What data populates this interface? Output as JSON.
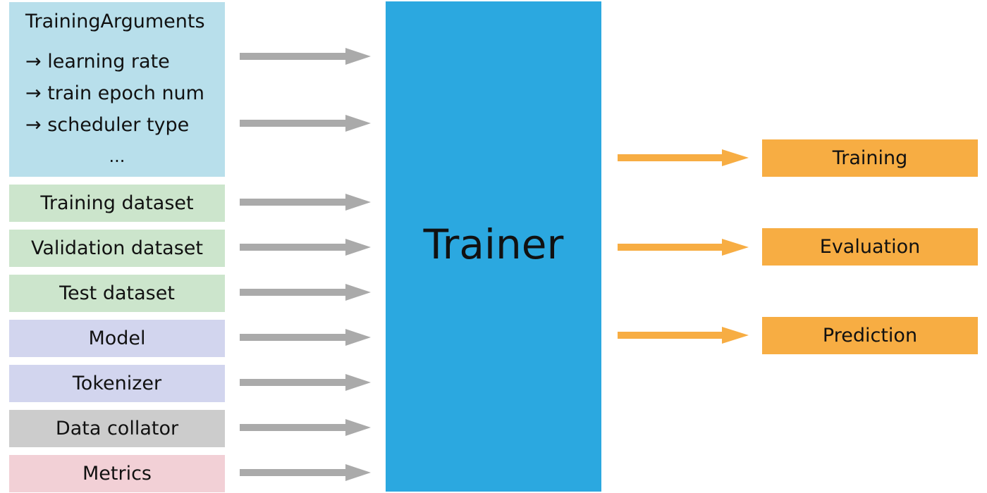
{
  "training_arguments": {
    "title": "TrainingArguments",
    "items": [
      "→ learning rate",
      "→ train epoch num",
      "→ scheduler type"
    ],
    "ellipsis": "..."
  },
  "inputs": {
    "training_dataset": "Training dataset",
    "validation_dataset": "Validation dataset",
    "test_dataset": "Test dataset",
    "model": "Model",
    "tokenizer": "Tokenizer",
    "data_collator": "Data collator",
    "metrics": "Metrics"
  },
  "trainer": {
    "label": "Trainer"
  },
  "outputs": {
    "training": "Training",
    "evaluation": "Evaluation",
    "prediction": "Prediction"
  },
  "colors": {
    "arguments": "#b8dfeb",
    "datasets": "#cce5cc",
    "model_tokenizer": "#d2d5ee",
    "collator": "#cccccc",
    "metrics": "#f2d0d6",
    "trainer": "#2ba8e0",
    "outputs": "#f7ad43",
    "input_arrows": "#aaaaaa",
    "output_arrows": "#f7ad43"
  }
}
